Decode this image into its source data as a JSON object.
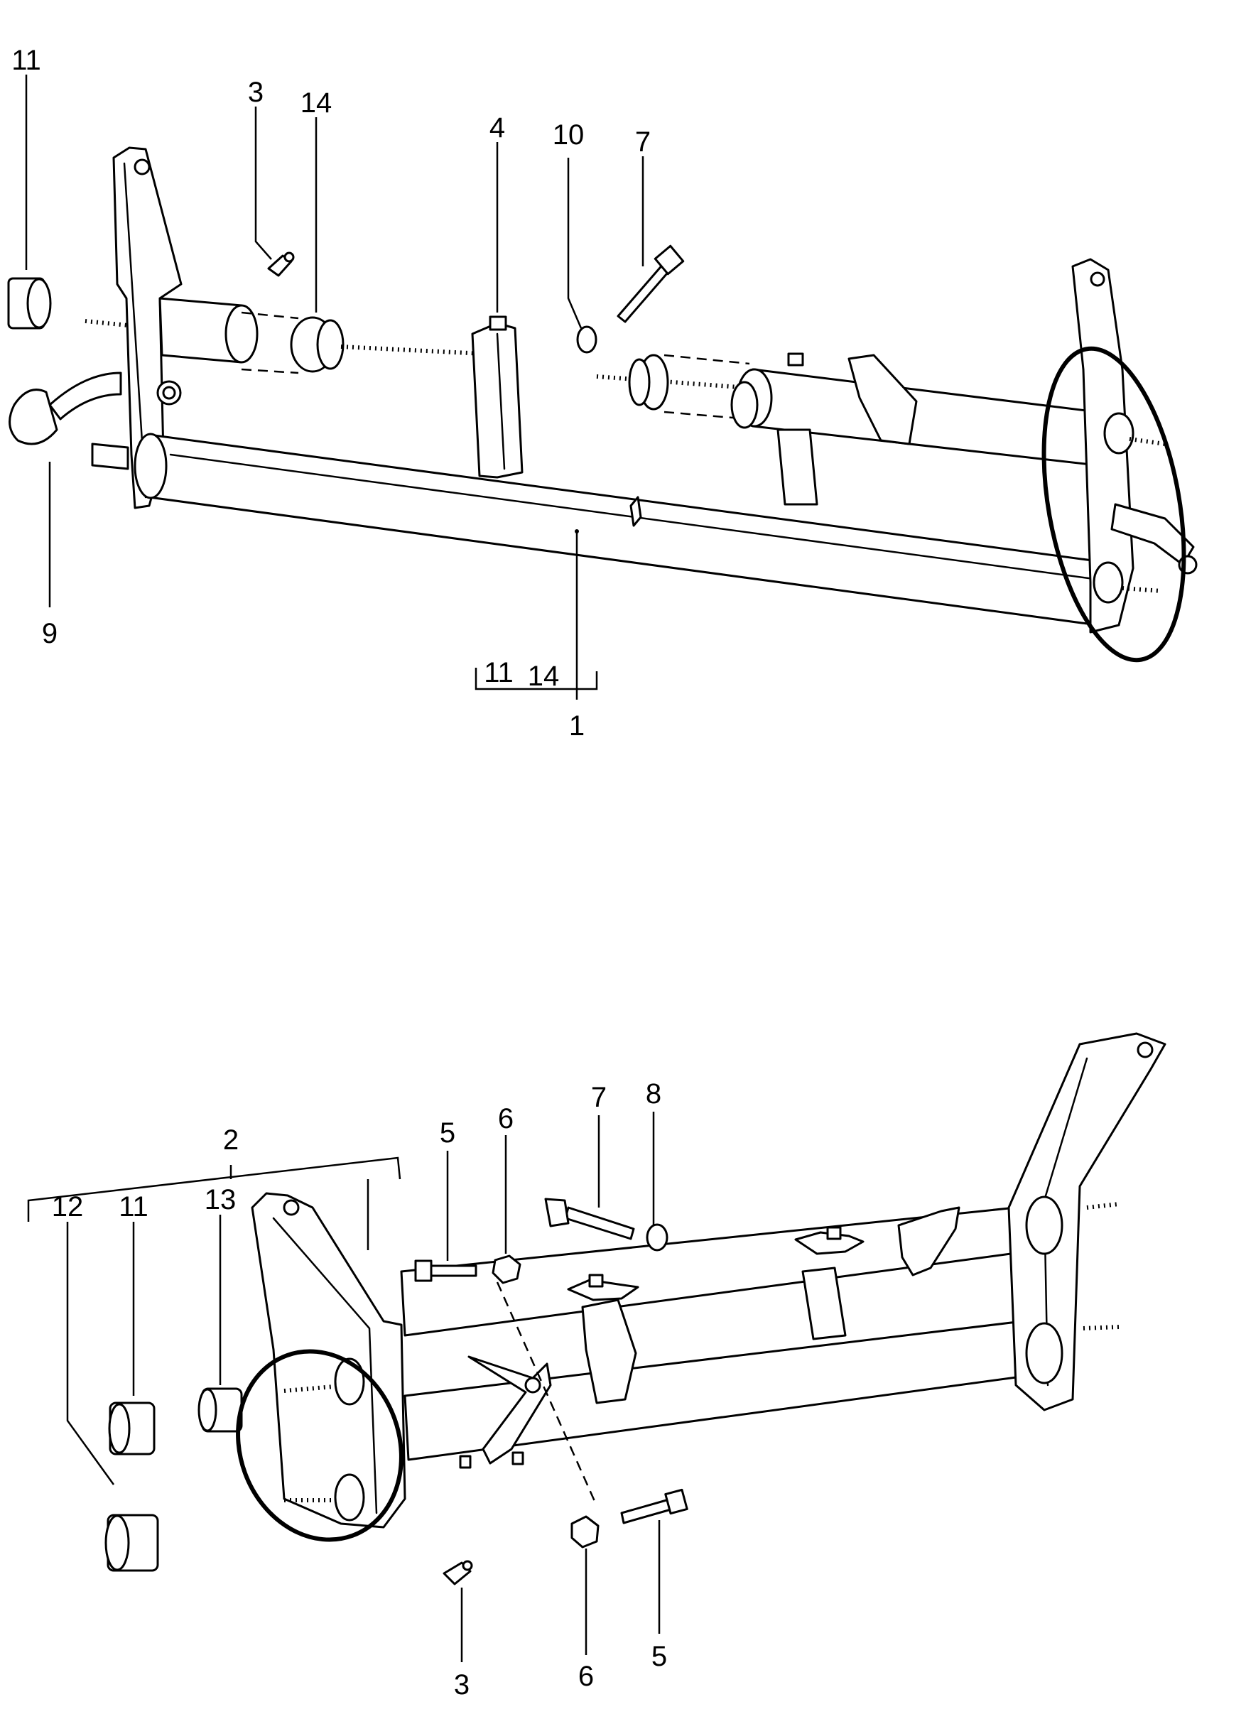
{
  "top_diagram": {
    "labels": {
      "part_11": "11",
      "part_3": "3",
      "part_14": "14",
      "part_4": "4",
      "part_10": "10",
      "part_7": "7",
      "part_9": "9",
      "bracket_11": "11",
      "bracket_14": "14",
      "part_1": "1"
    }
  },
  "bottom_diagram": {
    "labels": {
      "part_2": "2",
      "part_12": "12",
      "part_11": "11",
      "part_13": "13",
      "part_5_top": "5",
      "part_6_top": "6",
      "part_7": "7",
      "part_8": "8",
      "part_3": "3",
      "part_6_bottom": "6",
      "part_5_bottom": "5"
    }
  }
}
